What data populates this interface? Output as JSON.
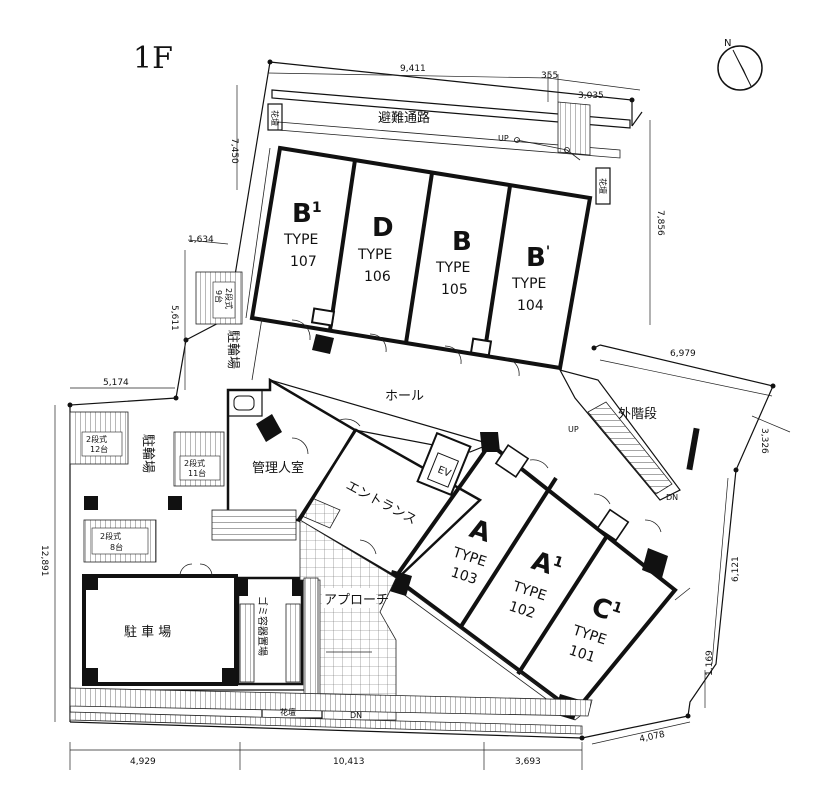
{
  "floor_label": "1F",
  "north_label": "N",
  "units": [
    {
      "letter": "B",
      "sup": "1",
      "type": "TYPE",
      "num": "107"
    },
    {
      "letter": "D",
      "sup": "",
      "type": "TYPE",
      "num": "106"
    },
    {
      "letter": "B",
      "sup": "",
      "type": "TYPE",
      "num": "105"
    },
    {
      "letter": "B",
      "sup": "'",
      "type": "TYPE",
      "num": "104"
    },
    {
      "letter": "A",
      "sup": "",
      "type": "TYPE",
      "num": "103"
    },
    {
      "letter": "A",
      "sup": "1",
      "type": "TYPE",
      "num": "102"
    },
    {
      "letter": "C",
      "sup": "1",
      "type": "TYPE",
      "num": "101"
    }
  ],
  "rooms": {
    "evac_route": "避難通路",
    "hall": "ホール",
    "outer_stairs": "外階段",
    "entrance": "エントランス",
    "approach": "アプローチ",
    "manager": "管理人室",
    "parking": "駐 車 場",
    "bike_parking_1": "駐輪場",
    "bike_parking_2": "駐輪場",
    "trash": "ゴミ容器置場",
    "ev": "EV",
    "planter_1": "花壇",
    "planter_2": "花壇",
    "planter_3": "花壇"
  },
  "bike_racks": [
    {
      "type": "2段式",
      "count": "9台"
    },
    {
      "type": "2段式",
      "count": "12台"
    },
    {
      "type": "2段式",
      "count": "11台"
    },
    {
      "type": "2段式",
      "count": "8台"
    }
  ],
  "stair_marks": {
    "up_1": "UP",
    "up_2": "UP",
    "dn_1": "DN",
    "dn_2": "DN"
  },
  "dimensions": {
    "top": "9,411",
    "top_small": "355",
    "top_right": "3,035",
    "left_upper": "7,450",
    "right_upper": "7,856",
    "mid_left": "1,634",
    "left_mid": "5,611",
    "right_mid": "6,979",
    "left_low": "5,174",
    "right_low": "3,326",
    "left_height": "12,891",
    "right_side": "6,121",
    "bottom_right_1": "1,169",
    "bottom_right_2": "4,078",
    "bottom_1": "4,929",
    "bottom_2": "10,413",
    "bottom_3": "3,693"
  }
}
